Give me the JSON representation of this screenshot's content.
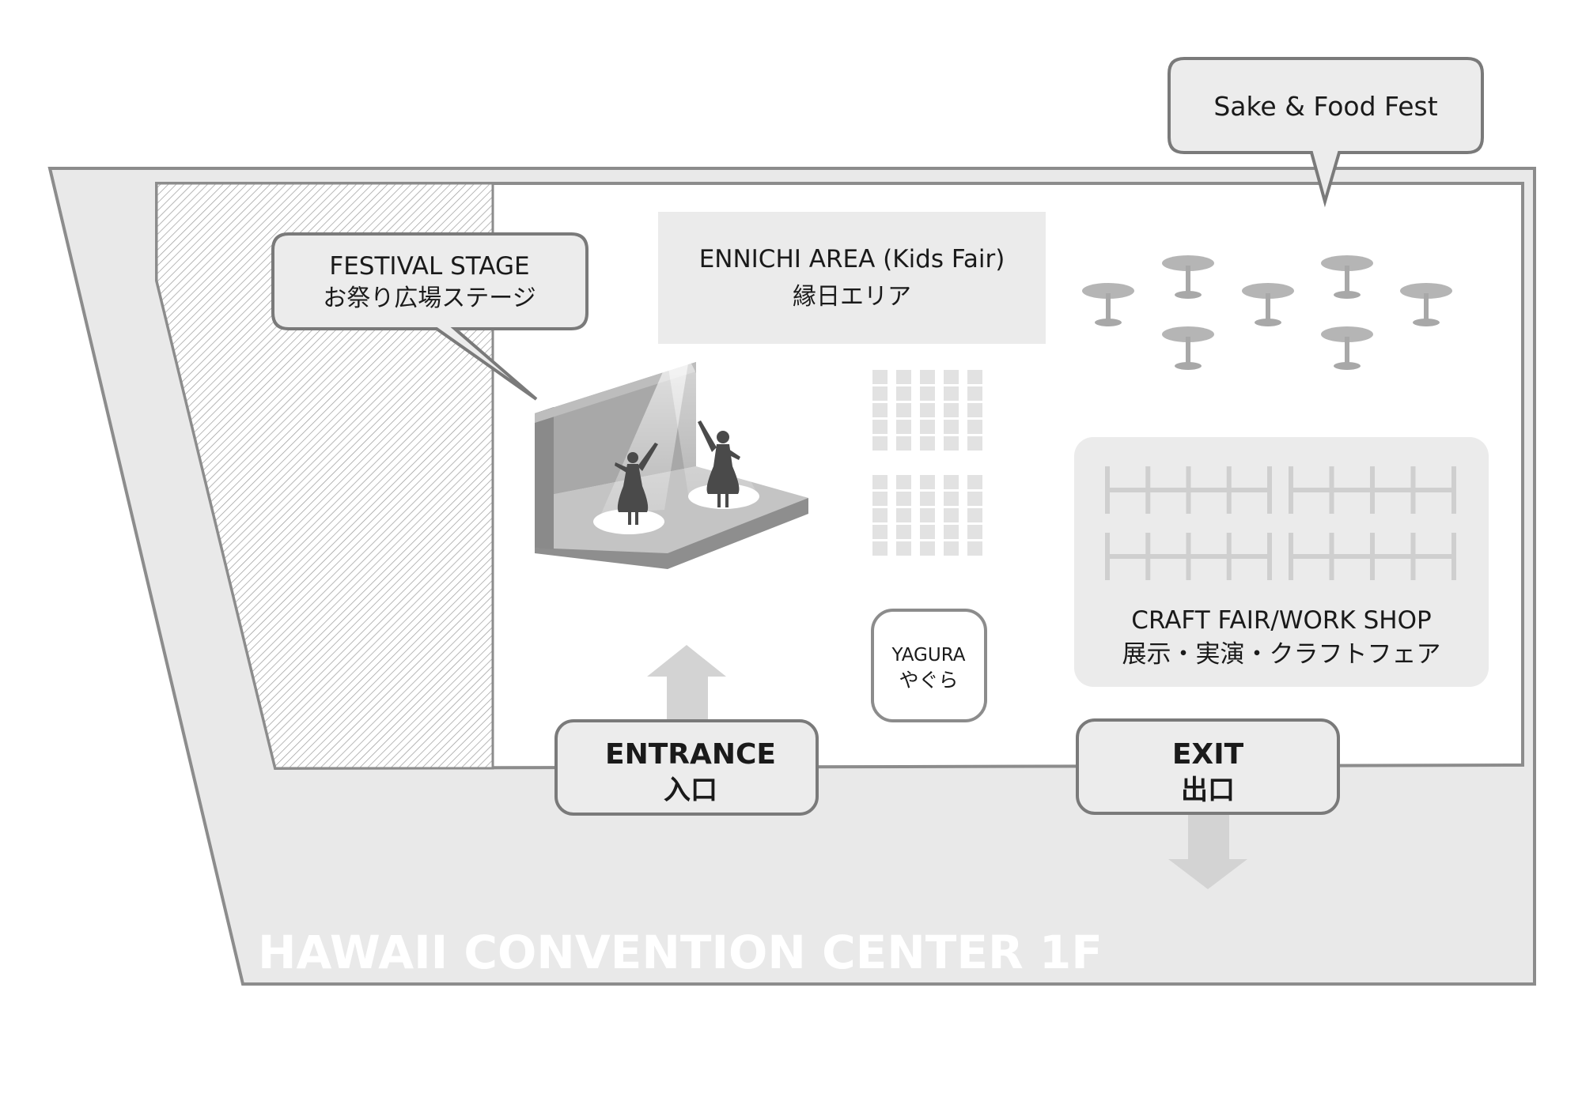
{
  "map": {
    "floor_label": "HAWAII CONVENTION CENTER 1F"
  },
  "areas": {
    "festival_stage": {
      "en": "FESTIVAL STAGE",
      "ja": "お祭り広場ステージ"
    },
    "ennichi": {
      "en": "ENNICHI AREA (Kids Fair)",
      "ja": "縁日エリア"
    },
    "sake_food": {
      "en": "Sake & Food Fest"
    },
    "craft_fair": {
      "en": "CRAFT FAIR/WORK SHOP",
      "ja": "展示・実演・クラフトフェア"
    },
    "yagura": {
      "en": "YAGURA",
      "ja": "やぐら"
    }
  },
  "entrance": {
    "en": "ENTRANCE",
    "ja": "入口"
  },
  "exit": {
    "en": "EXIT",
    "ja": "出口"
  },
  "colors": {
    "outline": "#8c8c8c",
    "floor_fill": "#e9e9e9",
    "panel_fill": "#ebebeb",
    "callout_fill": "#ececec",
    "arrow": "#d3d3d3",
    "stage_wall": "#9a9a9a",
    "dancer": "#4a4a4a"
  },
  "icons": {
    "tables": "round-table-icon",
    "booths": "booth-grid-icon",
    "stage": "stage-dancers-illustration"
  }
}
